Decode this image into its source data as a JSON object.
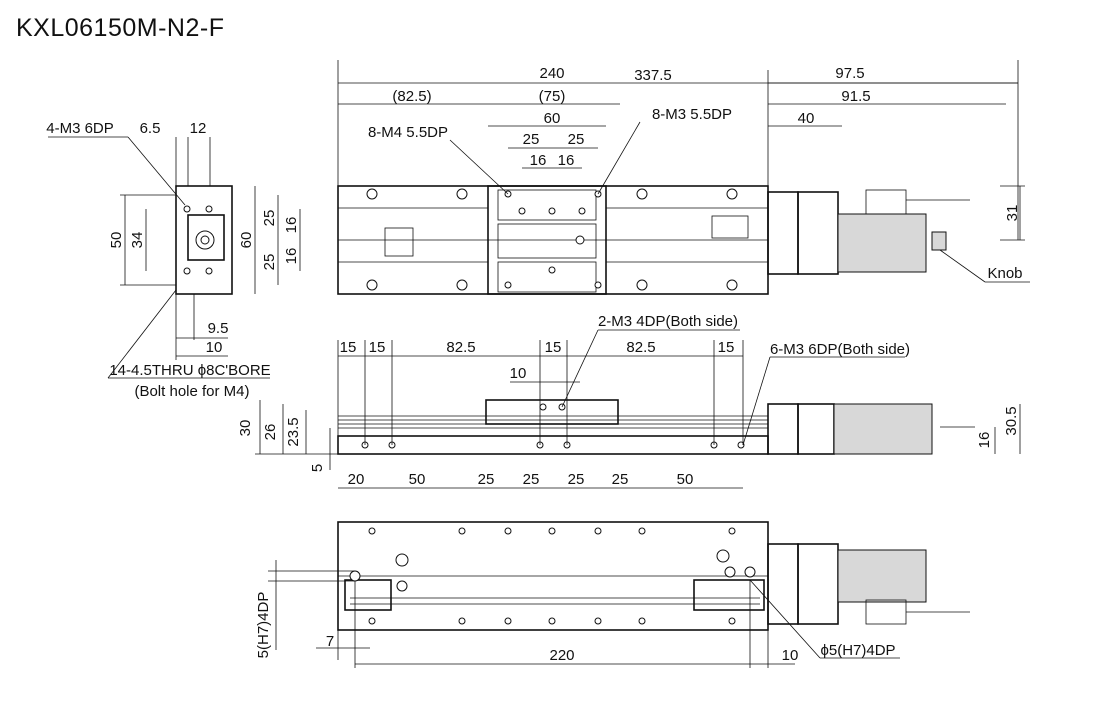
{
  "title": "KXL06150M-N2-F",
  "top_view": {
    "dims": [
      "337.5",
      "240",
      "97.5",
      "(82.5)",
      "(75)",
      "91.5",
      "60",
      "40",
      "25",
      "25",
      "16",
      "16"
    ],
    "callouts": [
      "8-M4 5.5DP",
      "8-M3 5.5DP",
      "Knob"
    ],
    "right_dim": "31"
  },
  "end_view": {
    "callouts": [
      "4-M3 6DP",
      "14-4.5THRU ϕ8C'BORE",
      "(Bolt hole for M4)"
    ],
    "dims": [
      "6.5",
      "12",
      "50",
      "34",
      "60",
      "25",
      "16",
      "25",
      "16",
      "9.5",
      "10"
    ]
  },
  "side_view": {
    "callouts": [
      "2-M3 4DP(Both side)",
      "6-M3 6DP(Both side)"
    ],
    "top_dims": [
      "15",
      "15",
      "82.5",
      "15",
      "82.5",
      "15",
      "10"
    ],
    "height_dims": [
      "30",
      "26",
      "23.5",
      "5"
    ],
    "bottom_dims": [
      "20",
      "50",
      "25",
      "25",
      "25",
      "25",
      "50"
    ],
    "right_dims": [
      "30.5",
      "16"
    ]
  },
  "bottom_view": {
    "dims": [
      "5(H7)4DP",
      "7",
      "220",
      "10"
    ],
    "callouts": [
      "ϕ5(H7)4DP"
    ]
  }
}
